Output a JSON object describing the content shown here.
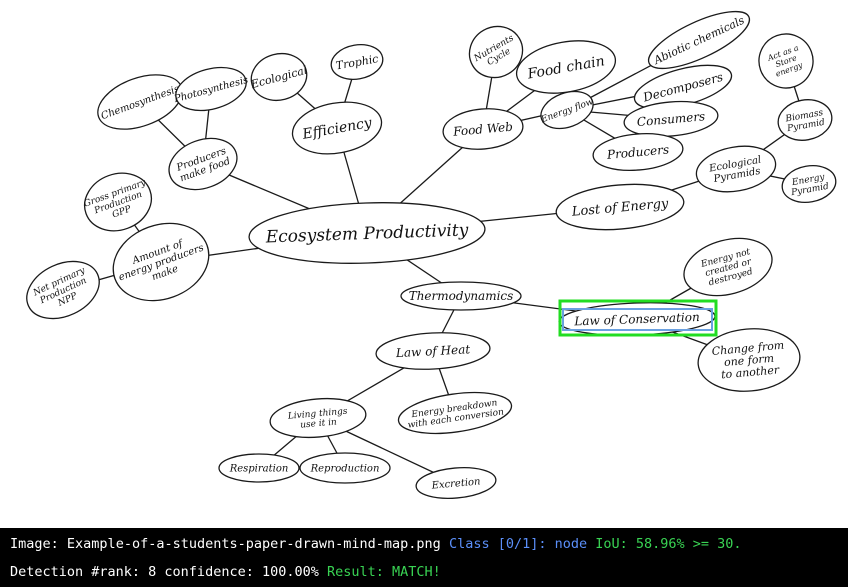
{
  "diagram": {
    "nodes": [
      {
        "id": "center",
        "label": "Ecosystem Productivity"
      },
      {
        "id": "efficiency",
        "label": "Efficiency"
      },
      {
        "id": "ecological",
        "label": "Ecological"
      },
      {
        "id": "trophic",
        "label": "Trophic"
      },
      {
        "id": "producers-make-food",
        "label": "Producers make food"
      },
      {
        "id": "chemosynthesis",
        "label": "Chemosynthesis"
      },
      {
        "id": "photosynthesis",
        "label": "Photosynthesis"
      },
      {
        "id": "amount-energy",
        "label": "Amount of energy producers make"
      },
      {
        "id": "gpp",
        "label": "Gross primary Production GPP"
      },
      {
        "id": "npp",
        "label": "Net primary Production NPP"
      },
      {
        "id": "food-web",
        "label": "Food Web"
      },
      {
        "id": "nutrients-cycle",
        "label": "Nutrients Cycle"
      },
      {
        "id": "food-chain",
        "label": "Food chain"
      },
      {
        "id": "energy-flow",
        "label": "Energy flow"
      },
      {
        "id": "abiotic",
        "label": "Abiotic chemicals"
      },
      {
        "id": "decomposers",
        "label": "Decomposers"
      },
      {
        "id": "consumers",
        "label": "Consumers"
      },
      {
        "id": "producers",
        "label": "Producers"
      },
      {
        "id": "lost-energy",
        "label": "Lost of Energy"
      },
      {
        "id": "ecological-pyramids",
        "label": "Ecological Pyramids"
      },
      {
        "id": "biomass-pyramid",
        "label": "Biomass Pyramid"
      },
      {
        "id": "energy-pyramid",
        "label": "Energy Pyramid"
      },
      {
        "id": "act-as-store",
        "label": "Act as a Store energy"
      },
      {
        "id": "thermodynamics",
        "label": "Thermodynamics"
      },
      {
        "id": "law-conservation",
        "label": "Law of Conservation"
      },
      {
        "id": "energy-not-created",
        "label": "Energy not created or destroyed"
      },
      {
        "id": "change-form",
        "label": "Change from one form to another"
      },
      {
        "id": "law-heat",
        "label": "Law of Heat"
      },
      {
        "id": "energy-breakdown",
        "label": "Energy breakdown with each conversion"
      },
      {
        "id": "living-things",
        "label": "Living things use it in"
      },
      {
        "id": "respiration",
        "label": "Respiration"
      },
      {
        "id": "reproduction",
        "label": "Reproduction"
      },
      {
        "id": "excretion",
        "label": "Excretion"
      }
    ],
    "edges": [
      [
        "center",
        "efficiency"
      ],
      [
        "efficiency",
        "ecological"
      ],
      [
        "efficiency",
        "trophic"
      ],
      [
        "center",
        "producers-make-food"
      ],
      [
        "producers-make-food",
        "chemosynthesis"
      ],
      [
        "producers-make-food",
        "photosynthesis"
      ],
      [
        "center",
        "amount-energy"
      ],
      [
        "amount-energy",
        "gpp"
      ],
      [
        "amount-energy",
        "npp"
      ],
      [
        "center",
        "food-web"
      ],
      [
        "food-web",
        "nutrients-cycle"
      ],
      [
        "food-web",
        "food-chain"
      ],
      [
        "food-web",
        "energy-flow"
      ],
      [
        "energy-flow",
        "abiotic"
      ],
      [
        "energy-flow",
        "decomposers"
      ],
      [
        "energy-flow",
        "consumers"
      ],
      [
        "energy-flow",
        "producers"
      ],
      [
        "center",
        "lost-energy"
      ],
      [
        "lost-energy",
        "ecological-pyramids"
      ],
      [
        "ecological-pyramids",
        "biomass-pyramid"
      ],
      [
        "ecological-pyramids",
        "energy-pyramid"
      ],
      [
        "biomass-pyramid",
        "act-as-store"
      ],
      [
        "center",
        "thermodynamics"
      ],
      [
        "thermodynamics",
        "law-conservation"
      ],
      [
        "law-conservation",
        "energy-not-created"
      ],
      [
        "law-conservation",
        "change-form"
      ],
      [
        "thermodynamics",
        "law-heat"
      ],
      [
        "law-heat",
        "energy-breakdown"
      ],
      [
        "law-heat",
        "living-things"
      ],
      [
        "living-things",
        "respiration"
      ],
      [
        "living-things",
        "reproduction"
      ],
      [
        "living-things",
        "excretion"
      ]
    ],
    "highlight": {
      "target": "law-conservation",
      "detection_box_color": "#22dd22",
      "match_box_color": "#6aa0e0"
    }
  },
  "status": {
    "image_label": "Image:",
    "image_name": "Example-of-a-students-paper-drawn-mind-map.png",
    "class_label": "Class [0/1]: node",
    "iou_text": "IoU: 58.96% >= 30.",
    "detection_text": "Detection #rank: 8 confidence: 100.00%",
    "result_text": "Result: MATCH!"
  }
}
